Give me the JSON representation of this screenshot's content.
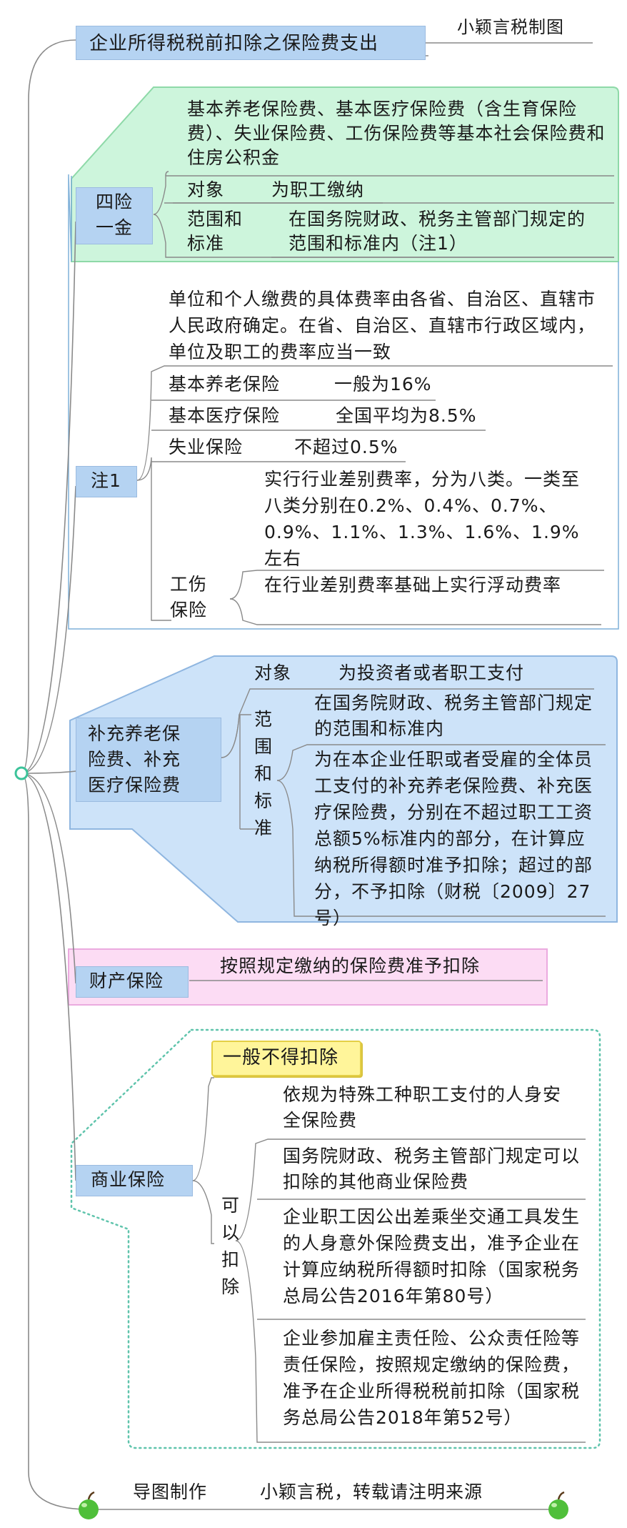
{
  "title": "企业所得税税前扣除之保险费支出",
  "credit": "小颖言税制图",
  "colors": {
    "label_blue": "#b5d3f2",
    "panel_green": "#cdf5dc",
    "panel_blue": "#cde3f9",
    "panel_pink": "#fcdcf4",
    "highlight_yellow": "#fff59a",
    "wavy_border": "#5fc4ac"
  },
  "branches": {
    "sixian": {
      "label": "四险\n一金",
      "desc": "基本养老保险费、基本医疗保险费（含生育保险费）、失业保险费、工伤保险费等基本社会保险费和住房公积金",
      "object_label": "对象",
      "object_value": "为职工缴纳",
      "scope_label": "范围和\n标准",
      "scope_value": "在国务院财政、税务主管部门规定的范围和标准内（注1）"
    },
    "note1": {
      "label": "注1",
      "desc": "单位和个人缴费的具体费率由各省、自治区、直辖市人民政府确定。在省、自治区、直辖市行政区域内，单位及职工的费率应当一致",
      "pension_label": "基本养老保险",
      "pension_value": "一般为16%",
      "medical_label": "基本医疗保险",
      "medical_value": "全国平均为8.5%",
      "unemployment_label": "失业保险",
      "unemployment_value": "不超过0.5%",
      "injury_label": "工伤\n保险",
      "injury_value1": "实行行业差别费率，分为八类。一类至八类分别在0.2%、0.4%、0.7%、0.9%、1.1%、1.3%、1.6%、1.9%左右",
      "injury_value2": "在行业差别费率基础上实行浮动费率"
    },
    "supplementary": {
      "label": "补充养老保\n险费、补充\n医疗保险费",
      "object_label": "对象",
      "object_value": "为投资者或者职工支付",
      "scope_label": "范\n围\n和\n标\n准",
      "scope_value1": "在国务院财政、税务主管部门规定的范围和标准内",
      "scope_value2": "为在本企业任职或者受雇的全体员工支付的补充养老保险费、补充医疗保险费，分别在不超过职工工资总额5%标准内的部分，在计算应纳税所得额时准予扣除；超过的部分，不予扣除（财税〔2009〕27号）"
    },
    "property": {
      "label": "财产保险",
      "value": "按照规定缴纳的保险费准予扣除"
    },
    "commercial": {
      "label": "商业保险",
      "not_deductible": "一般不得扣除",
      "deductible_label": "可\n以\n扣\n除",
      "item1": "依规为特殊工种职工支付的人身安全保险费",
      "item2": "国务院财政、税务主管部门规定可以扣除的其他商业保险费",
      "item3": "企业职工因公出差乘坐交通工具发生的人身意外保险费支出，准予企业在计算应纳税所得额时扣除（国家税务总局公告2016年第80号）",
      "item4": "企业参加雇主责任险、公众责任险等责任保险，按照规定缴纳的保险费，准予在企业所得税税前扣除（国家税务总局公告2018年第52号）"
    }
  },
  "footer": {
    "label": "导图制作",
    "text": "小颖言税，转载请注明来源"
  }
}
